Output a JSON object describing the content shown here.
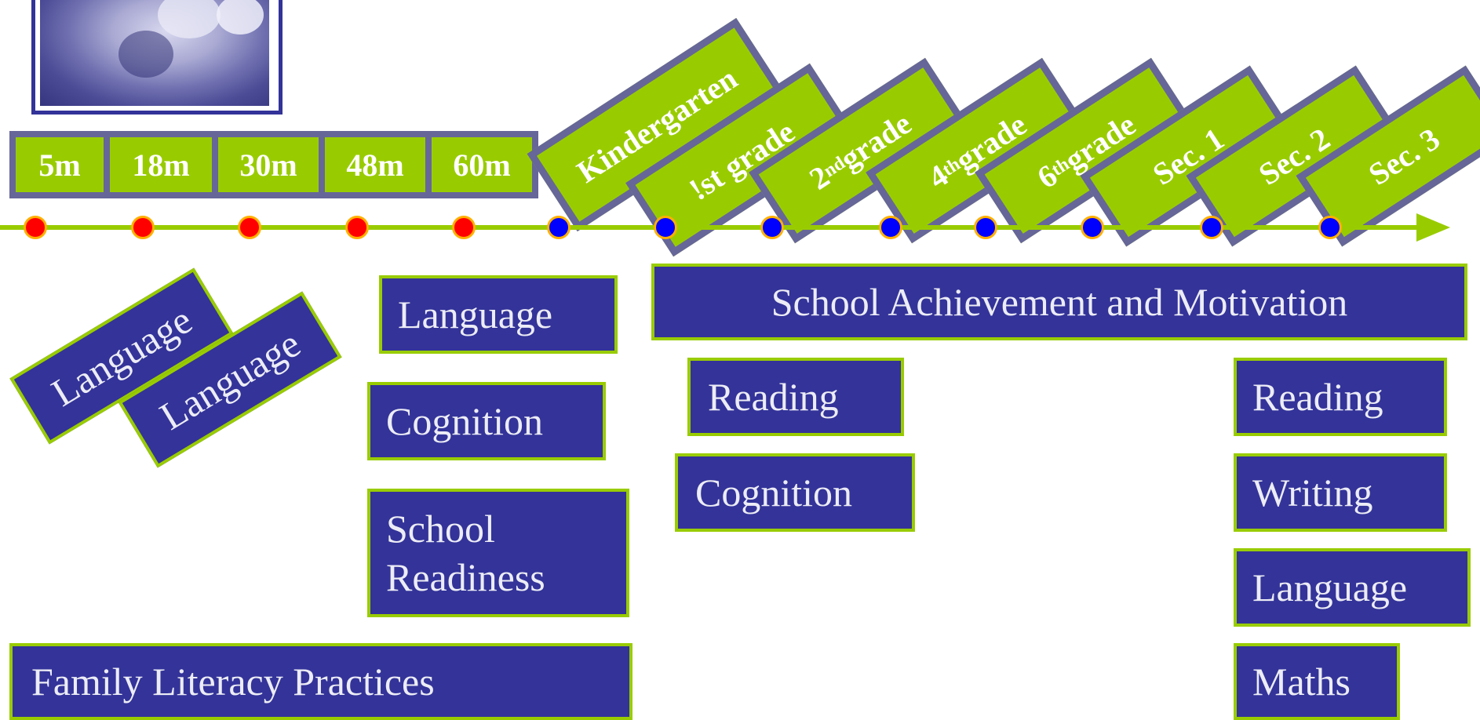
{
  "colors": {
    "green": "#99cc00",
    "blue_box": "#333399",
    "slate": "#666699",
    "past_dot": "#ff0000",
    "future_dot": "#0000ff",
    "dot_ring": "#ffb000"
  },
  "ages": [
    "5m",
    "18m",
    "30m",
    "48m",
    "60m"
  ],
  "grades": [
    {
      "main": "Kindergarten",
      "sup": "",
      "rest": ""
    },
    {
      "main": "!st grade",
      "sup": "",
      "rest": ""
    },
    {
      "main": "2",
      "sup": "nd",
      "rest": " grade"
    },
    {
      "main": "4",
      "sup": "th",
      "rest": " grade"
    },
    {
      "main": "6",
      "sup": "th",
      "rest": " grade"
    },
    {
      "main": "Sec. 1",
      "sup": "",
      "rest": ""
    },
    {
      "main": "Sec. 2",
      "sup": "",
      "rest": ""
    },
    {
      "main": "Sec. 3",
      "sup": "",
      "rest": ""
    }
  ],
  "timeline": {
    "dot_kinds": [
      "past",
      "past",
      "past",
      "past",
      "past",
      "future",
      "future",
      "future",
      "future",
      "future",
      "future",
      "future",
      "future"
    ]
  },
  "early": {
    "language_1": "Language",
    "language_2": "Language"
  },
  "preschool": {
    "language": "Language",
    "cognition": "Cognition",
    "readiness_line1": "School",
    "readiness_line2": "Readiness"
  },
  "family": "Family Literacy Practices",
  "school": {
    "achievement": "School Achievement and Motivation",
    "reading": "Reading",
    "cognition": "Cognition"
  },
  "secondary": {
    "reading": "Reading",
    "writing": "Writing",
    "language": "Language",
    "maths": "Maths"
  }
}
